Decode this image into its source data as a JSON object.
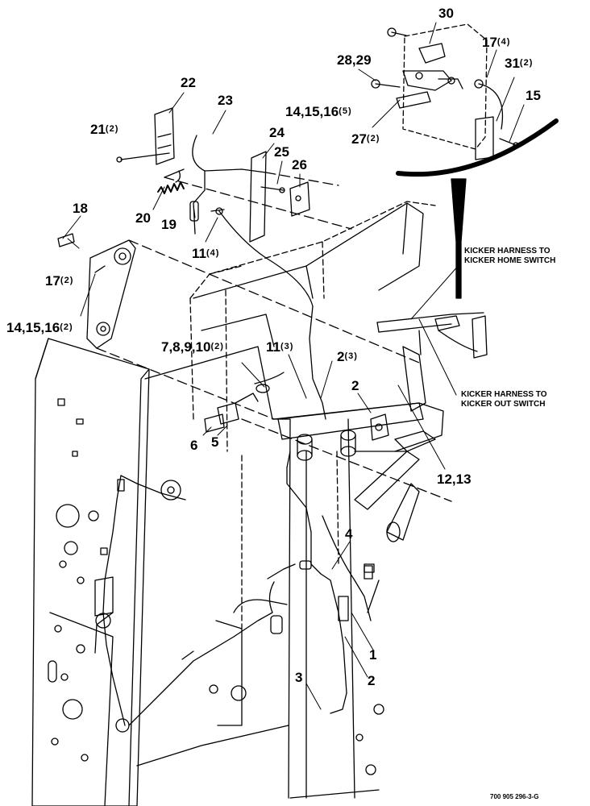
{
  "callouts": {
    "c30": "30",
    "c17_4": "17",
    "c17_4_qty": "(4)",
    "c28_29": "28,29",
    "c31_2": "31",
    "c31_2_qty": "(2)",
    "c14_16_5": "14,15,16",
    "c14_16_5_qty": "(5)",
    "c15": "15",
    "c27_2": "27",
    "c27_2_qty": "(2)",
    "c22": "22",
    "c23": "23",
    "c21_2": "21",
    "c21_2_qty": "(2)",
    "c24": "24",
    "c25": "25",
    "c26": "26",
    "c18": "18",
    "c20": "20",
    "c19": "19",
    "c11_4": "11",
    "c11_4_qty": "(4)",
    "c17_2": "17",
    "c17_2_qty": "(2)",
    "c14_16_2": "14,15,16",
    "c14_16_2_qty": "(2)",
    "c7_10_2": "7,8,9,10",
    "c7_10_2_qty": "(2)",
    "c11_3": "11",
    "c11_3_qty": "(3)",
    "c2_3": "2",
    "c2_3_qty": "(3)",
    "c2a": "2",
    "c6": "6",
    "c5": "5",
    "c12_13": "12,13",
    "c4": "4",
    "c1": "1",
    "c3": "3",
    "c2b": "2"
  },
  "notes": {
    "home_switch_line1": "KICKER HARNESS TO",
    "home_switch_line2": "KICKER HOME SWITCH",
    "out_switch_line1": "KICKER HARNESS TO",
    "out_switch_line2": "KICKER OUT SWITCH"
  },
  "document_number": "700 905 296-3-G"
}
